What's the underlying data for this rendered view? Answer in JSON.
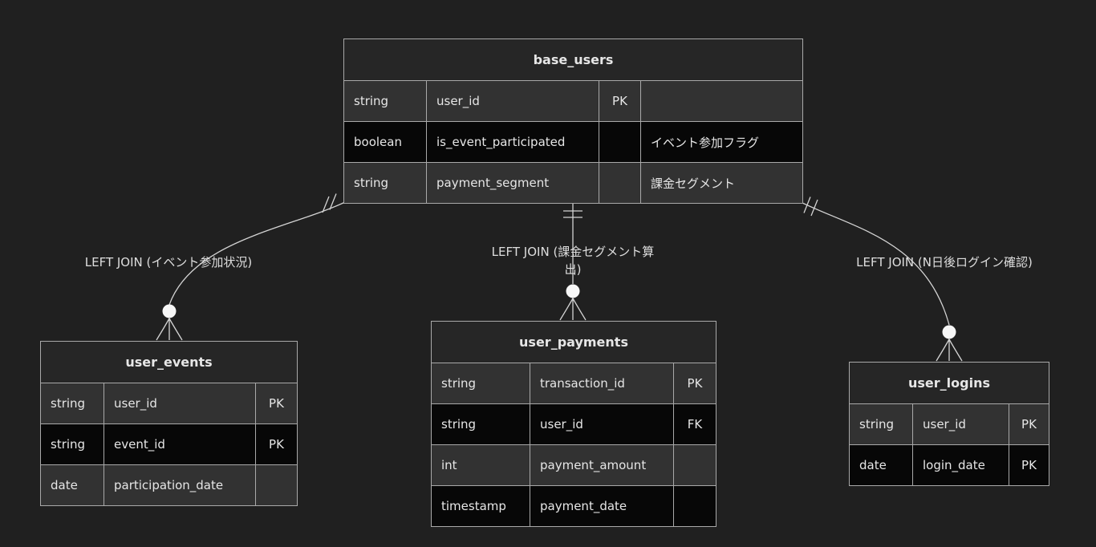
{
  "colors": {
    "background": "#202020",
    "entity_header_bg": "#262626",
    "row_odd_bg": "#323232",
    "row_even_bg": "#070707",
    "border": "#a9a9a9",
    "text": "#e6e6e6",
    "connector": "#d4d4d4",
    "marker_fill": "#f7f7f7",
    "label_text": "#dedede"
  },
  "entities": {
    "base_users": {
      "title": "base_users",
      "rows": [
        {
          "type": "string",
          "name": "user_id",
          "key": "PK",
          "comment": ""
        },
        {
          "type": "boolean",
          "name": "is_event_participated",
          "key": "",
          "comment": "イベント参加フラグ"
        },
        {
          "type": "string",
          "name": "payment_segment",
          "key": "",
          "comment": "課金セグメント"
        }
      ]
    },
    "user_events": {
      "title": "user_events",
      "rows": [
        {
          "type": "string",
          "name": "user_id",
          "key": "PK"
        },
        {
          "type": "string",
          "name": "event_id",
          "key": "PK"
        },
        {
          "type": "date",
          "name": "participation_date",
          "key": ""
        }
      ]
    },
    "user_payments": {
      "title": "user_payments",
      "rows": [
        {
          "type": "string",
          "name": "transaction_id",
          "key": "PK"
        },
        {
          "type": "string",
          "name": "user_id",
          "key": "FK"
        },
        {
          "type": "int",
          "name": "payment_amount",
          "key": ""
        },
        {
          "type": "timestamp",
          "name": "payment_date",
          "key": ""
        }
      ]
    },
    "user_logins": {
      "title": "user_logins",
      "rows": [
        {
          "type": "string",
          "name": "user_id",
          "key": "PK"
        },
        {
          "type": "date",
          "name": "login_date",
          "key": "PK"
        }
      ]
    }
  },
  "relationships": [
    {
      "parent": "base_users",
      "child": "user_events",
      "label": "LEFT JOIN (イベント参加状況)",
      "parent_cardinality": "exactly one",
      "child_cardinality": "zero or more"
    },
    {
      "parent": "base_users",
      "child": "user_payments",
      "label": "LEFT JOIN (課金セグメント算出)",
      "parent_cardinality": "exactly one",
      "child_cardinality": "zero or more"
    },
    {
      "parent": "base_users",
      "child": "user_logins",
      "label": "LEFT JOIN (N日後ログイン確認)",
      "parent_cardinality": "exactly one",
      "child_cardinality": "zero or more"
    }
  ]
}
